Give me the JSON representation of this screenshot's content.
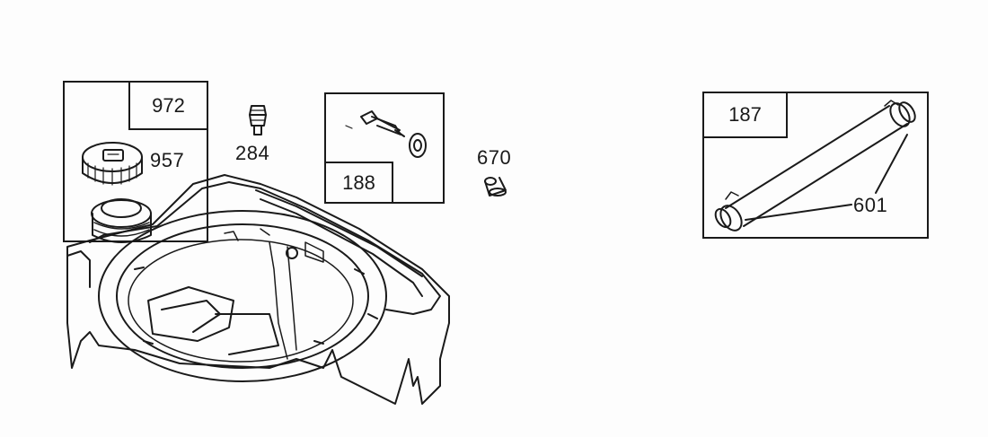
{
  "diagram": {
    "parts": {
      "p972": "972",
      "p957": "957",
      "p284": "284",
      "p188": "188",
      "p670": "670",
      "p187": "187",
      "p601": "601"
    }
  }
}
